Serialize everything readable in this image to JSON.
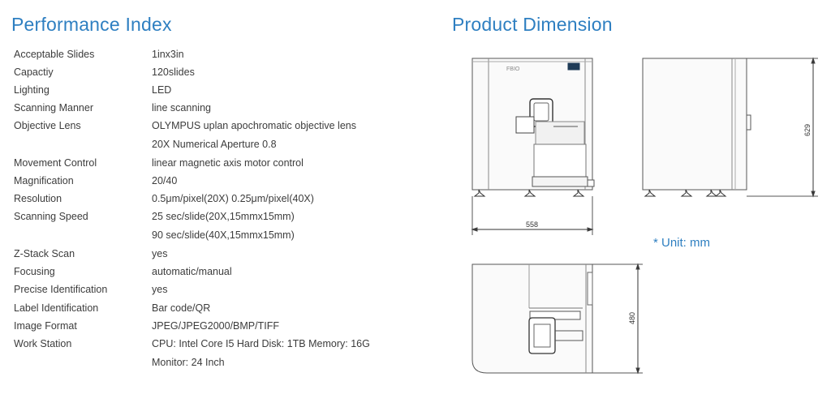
{
  "performance": {
    "title": "Performance Index",
    "rows": [
      {
        "key": "Acceptable Slides",
        "value": "1inx3in"
      },
      {
        "key": "Capactiy",
        "value": "120slides"
      },
      {
        "key": "Lighting",
        "value": "LED"
      },
      {
        "key": "Scanning Manner",
        "value": "line scanning"
      },
      {
        "key": "Objective Lens",
        "value": "OLYMPUS uplan apochromatic objective lens"
      },
      {
        "key": "",
        "value": "20X Numerical Aperture 0.8"
      },
      {
        "key": "Movement Control",
        "value": "linear magnetic axis motor control"
      },
      {
        "key": "Magnification",
        "value": "20/40"
      },
      {
        "key": "Resolution",
        "value": "0.5μm/pixel(20X)  0.25μm/pixel(40X)"
      },
      {
        "key": "Scanning Speed",
        "value": "25 sec/slide(20X,15mmx15mm)"
      },
      {
        "key": "",
        "value": "90 sec/slide(40X,15mmx15mm)"
      },
      {
        "key": "Z-Stack Scan",
        "value": "yes"
      },
      {
        "key": "Focusing",
        "value": "automatic/manual"
      },
      {
        "key": "Precise Identification",
        "value": "yes"
      },
      {
        "key": "Label Identification",
        "value": "Bar code/QR"
      },
      {
        "key": "Image Format",
        "value": "JPEG/JPEG2000/BMP/TIFF"
      },
      {
        "key": "Work Station",
        "value": "CPU: Intel Core I5  Hard Disk: 1TB  Memory: 16G"
      },
      {
        "key": "",
        "value": "Monitor: 24 Inch"
      }
    ]
  },
  "dimension": {
    "title": "Product Dimension",
    "width_label": "558",
    "height_label": "629",
    "depth_label": "480",
    "unit_note": "* Unit: mm",
    "brand_label": "FBIO"
  }
}
